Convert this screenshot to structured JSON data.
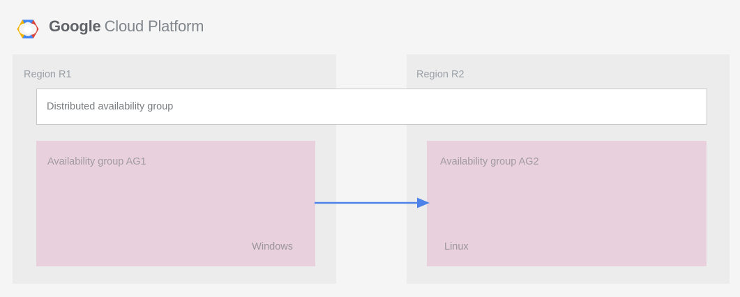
{
  "header": {
    "logo_icon": "google-cloud-platform-hexagon-logo",
    "brand_primary": "Google",
    "brand_secondary": "Cloud Platform"
  },
  "colors": {
    "page_background": "#f5f5f5",
    "panel_background": "#ececec",
    "availability_group_fill": "#e8d0dd",
    "distributed_group_fill": "#ffffff",
    "distributed_group_border": "#c9c9c9",
    "arrow": "#4d82e8",
    "label_text": "#9aa0a6",
    "logo_blue": "#4285f4",
    "logo_red": "#db4437",
    "logo_yellow": "#f4b400",
    "logo_green": "#0f9d58"
  },
  "diagram": {
    "regions": [
      {
        "id": "r1",
        "label": "Region R1",
        "availability_group": {
          "title": "Availability group AG1",
          "os_label": "Windows"
        }
      },
      {
        "id": "r2",
        "label": "Region R2",
        "availability_group": {
          "title": "Availability group AG2",
          "os_label": "Linux"
        }
      }
    ],
    "distributed_group": {
      "label": "Distributed availability group"
    },
    "connector": {
      "icon": "arrow-right-icon",
      "direction": "left-to-right",
      "from": "Availability group AG1",
      "to": "Availability group AG2"
    }
  }
}
